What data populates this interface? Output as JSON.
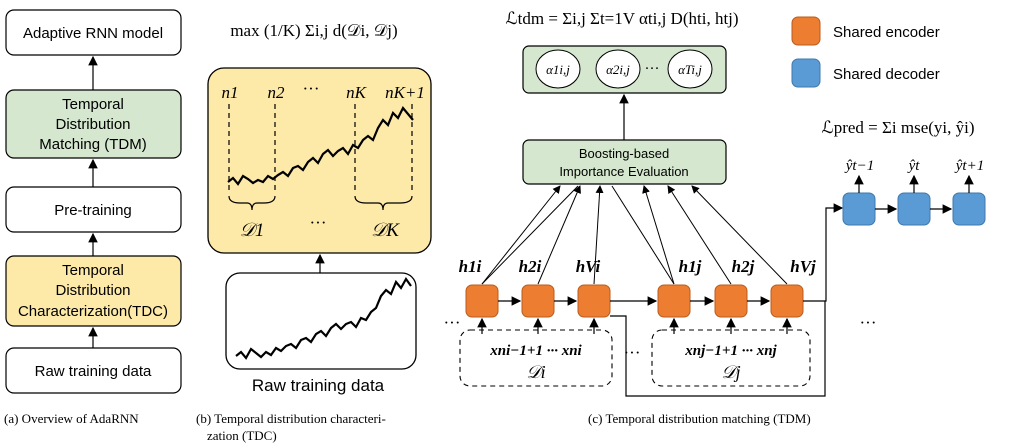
{
  "panel_a": {
    "boxes": [
      {
        "label": "Adaptive RNN model",
        "fill": "#ffffff"
      },
      {
        "line1": "Temporal",
        "line2": "Distribution",
        "line3": "Matching (TDM)",
        "fill": "#d5e8cf"
      },
      {
        "label": "Pre-training",
        "fill": "#ffffff"
      },
      {
        "line1": "Temporal",
        "line2": "Distribution",
        "line3": "Characterization(TDC)",
        "fill": "#fde9a8"
      },
      {
        "label": "Raw training data",
        "fill": "#ffffff"
      }
    ],
    "caption": "(a)  Overview of AdaRNN"
  },
  "panel_b": {
    "objective": "max (1/K) Σi,j d(𝒟i, 𝒟j)",
    "split_labels": [
      "n1",
      "n2",
      "···",
      "nK",
      "nK+1"
    ],
    "segment_labels": [
      "𝒟1",
      "···",
      "𝒟K"
    ],
    "raw_label": "Raw training data",
    "caption_line1": "(b)  Temporal distribution characteri-",
    "caption_line2": "zation (TDC)",
    "fill": "#fde9a8"
  },
  "panel_c": {
    "loss_tdm": "ℒtdm = Σi,j Σt=1V αti,j D(hti, htj)",
    "alphas": [
      "α1i,j",
      "α2i,j",
      "···",
      "αTi,j"
    ],
    "boosting_line1": "Boosting-based",
    "boosting_line2": "Importance Evaluation",
    "loss_pred": "ℒpred = Σi mse(yi, ŷi)",
    "outputs": [
      "ŷt−1",
      "ŷt",
      "ŷt+1"
    ],
    "hidden_labels": [
      "h1i",
      "h2i",
      "hVi",
      "h1j",
      "h2j",
      "hVj"
    ],
    "input_i": "xni−1+1 ··· xni",
    "domain_i": "𝒟i",
    "input_j": "xnj−1+1 ··· xnj",
    "domain_j": "𝒟j",
    "dots": "···",
    "caption": "(c)  Temporal distribution matching (TDM)"
  },
  "legend": [
    {
      "label": "Shared encoder",
      "color": "#ed7d31"
    },
    {
      "label": "Shared decoder",
      "color": "#5b9bd5"
    }
  ],
  "colors": {
    "green": "#d5e8cf",
    "yellow": "#fde9a8",
    "orange": "#ed7d31",
    "blue": "#5b9bd5"
  }
}
